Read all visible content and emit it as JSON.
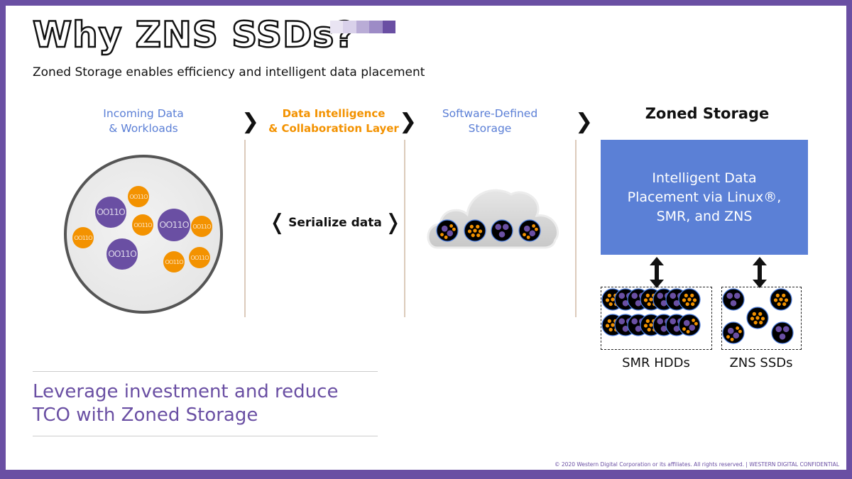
{
  "slide": {
    "title": "Why ZNS SSDs?",
    "subtitle": "Zoned Storage enables efficiency and intelligent data placement",
    "accent_squares": [
      "#e9e4f2",
      "#d9d1ea",
      "#b9acd6",
      "#9d8bc6",
      "#6a4fa3"
    ]
  },
  "columns": [
    {
      "line1": "Incoming Data",
      "line2": "& Workloads",
      "color": "#5b7fd6"
    },
    {
      "line1": "Data Intelligence",
      "line2": "& Collaboration Layer",
      "color": "#f39200"
    },
    {
      "line1": "Software-Defined",
      "line2": "Storage",
      "color": "#5b7fd6"
    },
    {
      "line1": "Zoned Storage",
      "color": "#111111"
    }
  ],
  "chevron": "❯",
  "data_blob_text": "OO11O",
  "serialize": {
    "left": "❬",
    "label": "Serialize data",
    "right": "❭"
  },
  "placement_box": {
    "text": "Intelligent Data Placement via Linux®, SMR, and ZNS",
    "color": "#5b80d6"
  },
  "drives": {
    "smr_label": "SMR HDDs",
    "zns_label": "ZNS SSDs"
  },
  "tagline": {
    "line1": "Leverage investment and reduce",
    "line2": "TCO with Zoned Storage"
  },
  "footer": "© 2020 Western Digital Corporation or its affiliates. All rights reserved. | WESTERN DIGITAL CONFIDENTIAL",
  "colors": {
    "border": "#6a4fa3",
    "purple": "#6a4fa3",
    "orange": "#f39200",
    "blue": "#5b7fd6"
  }
}
